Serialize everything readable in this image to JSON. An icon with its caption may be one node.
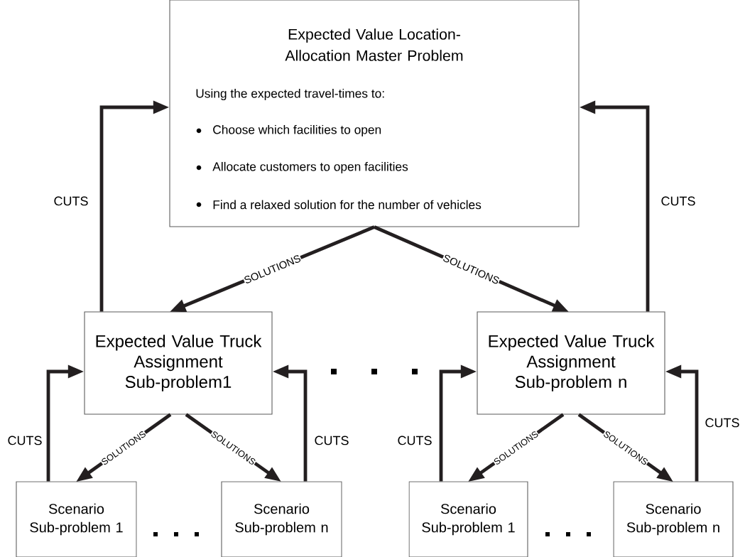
{
  "diagram": {
    "nodes": [
      {
        "text": [
          "Expected Value Location-Allocation Master Problem",
          "Using the expected travel-times to:",
          "Choose which facilities to open",
          "Allocate customers to open facilities",
          "Find a relaxed solution for the number of vehicles"
        ]
      },
      {
        "text": [
          "Expected Value Truck Assignment Sub-problem1"
        ]
      },
      {
        "text": [
          "Expected Value Truck Assignment Sub-problem n"
        ]
      },
      {
        "text": [
          "Scenario Sub-problem 1"
        ]
      },
      {
        "text": [
          "Scenario Sub-problem n"
        ]
      },
      {
        "text": [
          "Scenario Sub-problem 1"
        ]
      },
      {
        "text": [
          "Scenario Sub-problem n"
        ]
      }
    ],
    "edges": [
      {
        "from": 1,
        "to": 0,
        "arrow": "to",
        "label": "CUTS"
      },
      {
        "from": 2,
        "to": 0,
        "arrow": "to",
        "label": "CUTS"
      },
      {
        "from": 0,
        "to": 1,
        "arrow": "to",
        "label": "SOLUTIONS"
      },
      {
        "from": 0,
        "to": 2,
        "arrow": "to",
        "label": "SOLUTIONS"
      },
      {
        "from": 3,
        "to": 1,
        "arrow": "to",
        "label": "CUTS"
      },
      {
        "from": 1,
        "to": 3,
        "arrow": "to",
        "label": "SOLUTIONS"
      },
      {
        "from": 1,
        "to": 4,
        "arrow": "to",
        "label": "SOLUTIONS"
      },
      {
        "from": 4,
        "to": 1,
        "arrow": "to",
        "label": "CUTS"
      },
      {
        "from": 5,
        "to": 2,
        "arrow": "to",
        "label": "CUTS"
      },
      {
        "from": 2,
        "to": 5,
        "arrow": "to",
        "label": "SOLUTIONS"
      },
      {
        "from": 2,
        "to": 6,
        "arrow": "to",
        "label": "SOLUTIONS"
      },
      {
        "from": 6,
        "to": 2,
        "arrow": "to",
        "label": "CUTS"
      }
    ]
  }
}
